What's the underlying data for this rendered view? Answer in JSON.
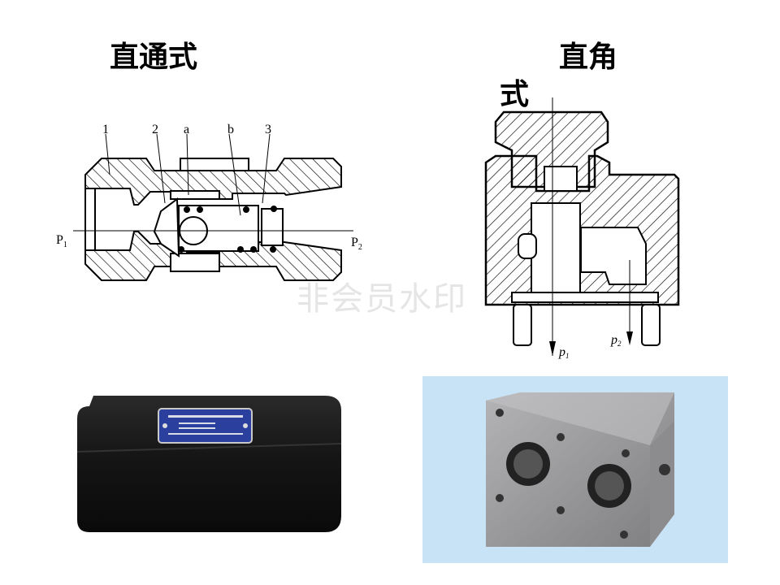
{
  "titles": {
    "straight": "直通式",
    "right_angle_part1": "直角",
    "right_angle_part2": "式"
  },
  "straight_diagram": {
    "labels": [
      "1",
      "2",
      "a",
      "b",
      "3"
    ],
    "port_in": "P",
    "port_in_sub": "1",
    "port_out": "P",
    "port_out_sub": "2"
  },
  "right_angle_diagram": {
    "port_1": "p",
    "port_1_sub": "1",
    "port_2": "p",
    "port_2_sub": "2"
  },
  "watermark": "非会员水印",
  "colors": {
    "photo_background": "#c9e3f6",
    "valve_body_black": "#1a1a1a",
    "nameplate_blue": "#2b3f9e",
    "block_steel": "#9a9a9c"
  }
}
